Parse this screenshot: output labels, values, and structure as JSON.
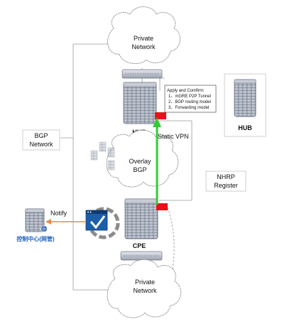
{
  "clouds": {
    "top_private": [
      "Private",
      "Network"
    ],
    "overlay": [
      "Overlay",
      "BGP"
    ],
    "bottom_private": [
      "Private",
      "Network"
    ]
  },
  "devices": {
    "hub_left": "HUB",
    "hub_right": "HUB",
    "cpe": "CPE"
  },
  "labels": {
    "static_vpn": "Static VPN",
    "notify": "Notify",
    "control_center": "控制中心(网管)",
    "bgp_network": [
      "BGP",
      "Network"
    ],
    "nhrp_register": [
      "NHRP",
      "Register"
    ]
  },
  "apply_box": {
    "title": "Apply and Comfirm:",
    "lines": [
      "1、mGRE P2P Tunnel",
      "2、BGP routing model",
      "3、Forwarding model"
    ]
  },
  "colors": {
    "tunnel": "#33cc33",
    "port": "#e8111b",
    "notify_arrow": "#f08a3c",
    "control_text": "#1f5fbf"
  }
}
